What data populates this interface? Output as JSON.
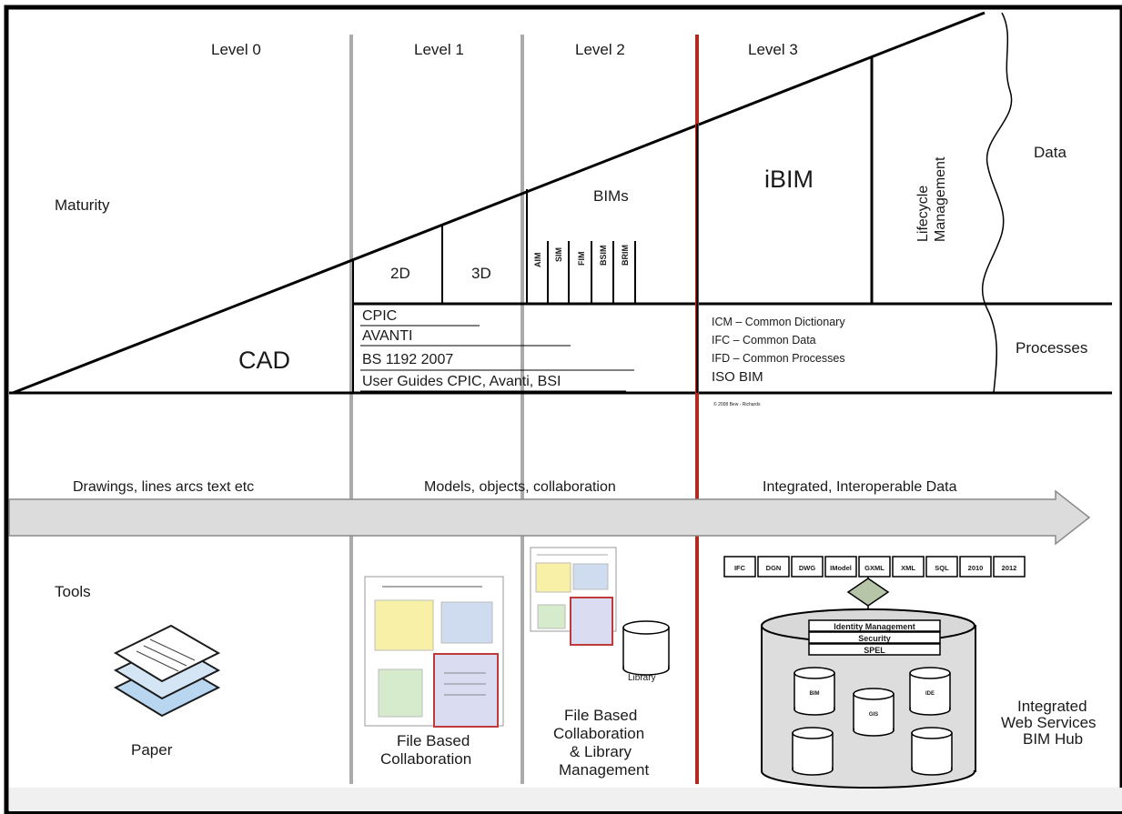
{
  "levels": [
    "Level 0",
    "Level 1",
    "Level 2",
    "Level 3"
  ],
  "row_labels": {
    "maturity": "Maturity",
    "data": "Data",
    "processes": "Processes",
    "tools": "Tools"
  },
  "triangle": {
    "cad": "CAD",
    "level1_boxes": [
      "2D",
      "3D"
    ],
    "bims_title": "BIMs",
    "bims_items": [
      "AIM",
      "SIM",
      "FIM",
      "BSIM",
      "BRIM"
    ],
    "ibim": "iBIM",
    "lifecycle": [
      "Lifecycle",
      "Management"
    ]
  },
  "processes_level1": [
    "CPIC",
    "AVANTI",
    "BS 1192 2007",
    "User Guides CPIC, Avanti, BSI"
  ],
  "processes_level3": [
    "ICM – Common Dictionary",
    "IFC – Common Data",
    "IFD – Common Processes",
    "ISO BIM"
  ],
  "copyright": "© 2008 Bew - Richards",
  "arrow_labels": [
    "Drawings, lines arcs text etc",
    "Models, objects, collaboration",
    "Integrated, Interoperable Data"
  ],
  "tools": {
    "paper": "Paper",
    "level1": [
      "File Based",
      "Collaboration"
    ],
    "library": "Library",
    "level2": [
      "File Based",
      "Collaboration",
      "& Library",
      "Management"
    ],
    "formats": [
      "IFC",
      "DGN",
      "DWG",
      "IModel",
      "GXML",
      "XML",
      "SQL",
      "2010",
      "2012"
    ],
    "hub_layers": [
      "Identity Management",
      "Security",
      "SPEL"
    ],
    "hub_dbs": [
      "BIM",
      "GIS",
      "IDE",
      "",
      ""
    ],
    "hub_label": [
      "Integrated",
      "Web Services",
      "BIM Hub"
    ]
  },
  "colors": {
    "level3_line": "#b22a1d",
    "divider": "#aaaaaa",
    "arrow": "#dcdcdc",
    "doc_red": "#c0393b"
  }
}
